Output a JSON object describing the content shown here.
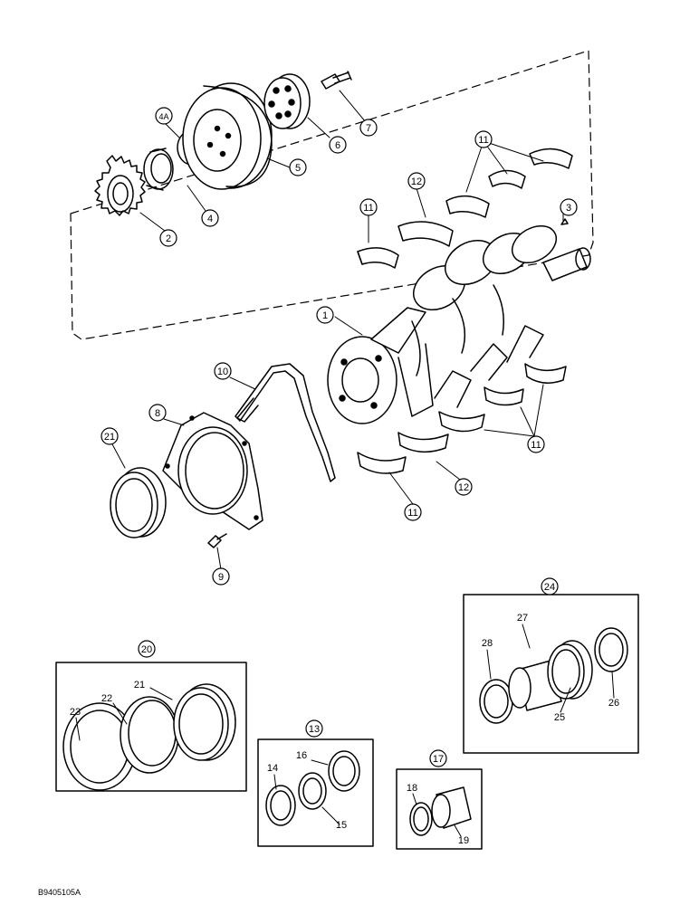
{
  "figure_code": "B9405105A",
  "callouts": {
    "c1": "1",
    "c2": "2",
    "c3": "3",
    "c4": "4",
    "c4a": "4A",
    "c5": "5",
    "c6": "6",
    "c7": "7",
    "c8": "8",
    "c9": "9",
    "c10": "10",
    "c11a": "11",
    "c11b": "11",
    "c11c": "11",
    "c11d": "11",
    "c12a": "12",
    "c12b": "12",
    "c13": "13",
    "c17": "17",
    "c20": "20",
    "c21": "21",
    "c24": "24"
  },
  "plain_labels": {
    "p14": "14",
    "p15": "15",
    "p16": "16",
    "p18": "18",
    "p19": "19",
    "p21": "21",
    "p22": "22",
    "p23": "23",
    "p25": "25",
    "p26": "26",
    "p27": "27",
    "p28": "28"
  },
  "colors": {
    "line": "#000000",
    "background": "#ffffff"
  }
}
